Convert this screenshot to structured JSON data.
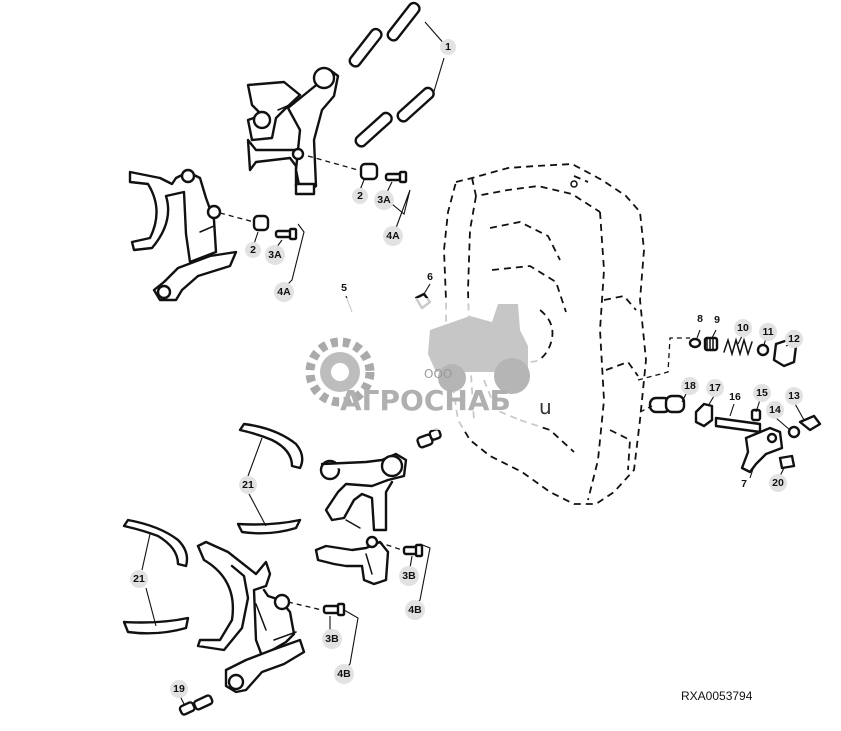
{
  "diagram": {
    "reference_code": "RXA0053794",
    "callouts": [
      "1",
      "2",
      "2",
      "3A",
      "3A",
      "4A",
      "4A",
      "5",
      "6",
      "8",
      "9",
      "10",
      "11",
      "12",
      "18",
      "17",
      "16",
      "15",
      "13",
      "14",
      "7",
      "20",
      "21",
      "21",
      "3B",
      "3B",
      "4B",
      "4B",
      "19"
    ]
  },
  "watermark": {
    "company_prefix": "ООО",
    "company_name": "АГРОСНАБ",
    "suffix": "u"
  }
}
